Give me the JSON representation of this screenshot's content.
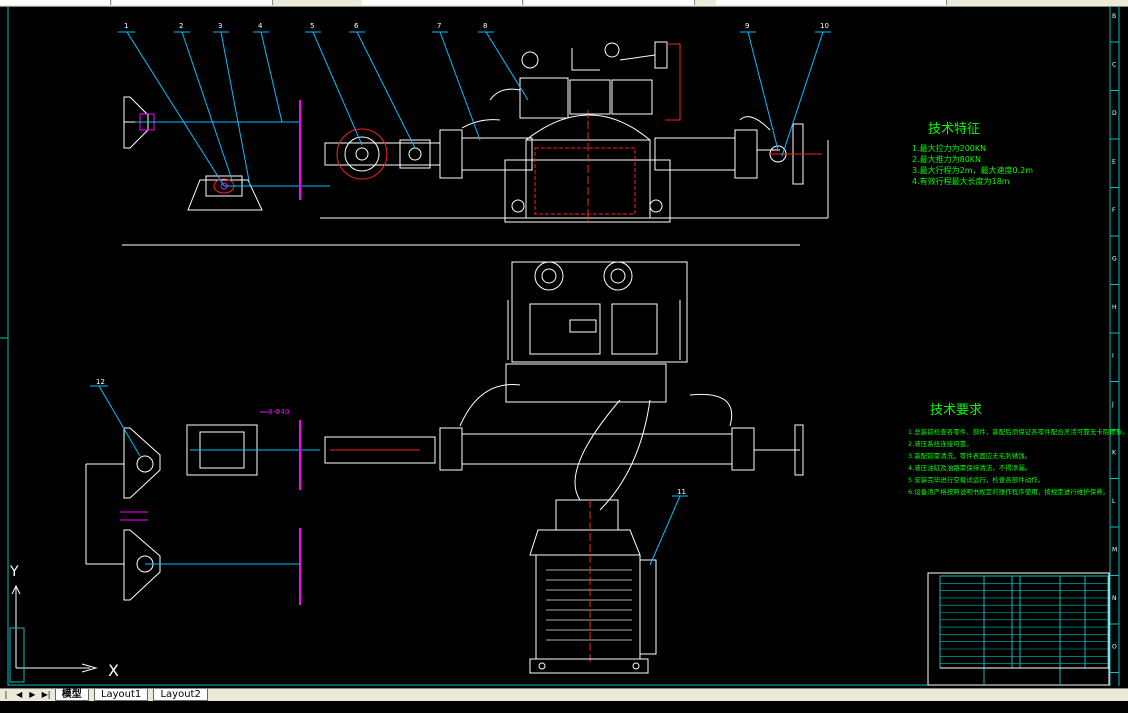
{
  "tabs": {
    "model": "模型",
    "layout1": "Layout1",
    "layout2": "Layout2"
  },
  "ucs": {
    "x_label": "X",
    "y_label": "Y"
  },
  "balloons": [
    "1",
    "2",
    "3",
    "4",
    "5",
    "6",
    "7",
    "8",
    "9",
    "10",
    "11",
    "12"
  ],
  "border_letters": [
    "B",
    "C",
    "D",
    "E",
    "F",
    "G",
    "H",
    "I",
    "J",
    "K",
    "L",
    "M",
    "N",
    "O"
  ],
  "tech_features": {
    "title": "技术特征",
    "lines": [
      "1.最大拉力为200KN",
      "2.最大推力为80KN",
      "3.最大行程为2m，最大速度0.2m",
      "4.有效行程最大长度为18m"
    ]
  },
  "tech_requirements": {
    "title": "技术要求",
    "lines": [
      "1.总装前检查各零件、部件，装配后须保证各零件配合灵活可靠无卡阻现象。",
      "2.液压系统连接可靠。",
      "3.装配前需清洗，零件表面应无毛刺锈蚀。",
      "4.液压油缸及油路需保持清洁，不得渗漏。",
      "5.安装完毕进行空载试运行，检查各部件动作。",
      "6.设备须严格按照说明书规定的操作程序使用，按规定进行维护保养。"
    ]
  },
  "dims": {
    "flange_label": "8-Φ40"
  },
  "colors": {
    "background": "#000000",
    "line": "#ffffff",
    "leader": "#00c0ff",
    "hidden": "#ffff00",
    "center": "#ff2020",
    "magenta": "#ff00ff",
    "green_text": "#00ff00",
    "border": "#00c0c0"
  }
}
